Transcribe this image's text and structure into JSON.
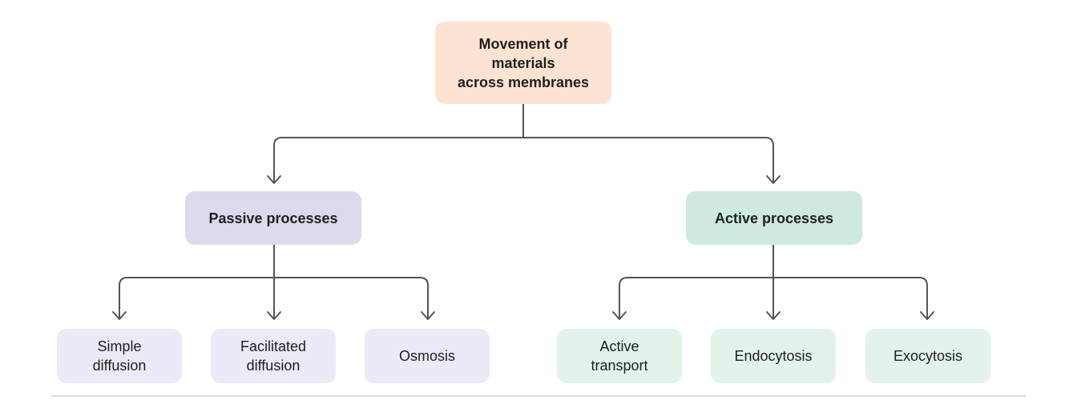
{
  "colors": {
    "root_fill": "#fde3d1",
    "passive_fill": "#dcdaee",
    "active_fill": "#cdeadd",
    "passive_leaf_fill": "#ebeaf6",
    "active_leaf_fill": "#e3f3ea",
    "connector": "#555555",
    "divider": "#d9d9d9"
  },
  "diagram": {
    "root": {
      "label": "Movement of\nmaterials\nacross membranes"
    },
    "branches": [
      {
        "label": "Passive processes",
        "children": [
          "Simple\ndiffusion",
          "Facilitated\ndiffusion",
          "Osmosis"
        ]
      },
      {
        "label": "Active processes",
        "children": [
          "Active\ntransport",
          "Endocytosis",
          "Exocytosis"
        ]
      }
    ]
  }
}
